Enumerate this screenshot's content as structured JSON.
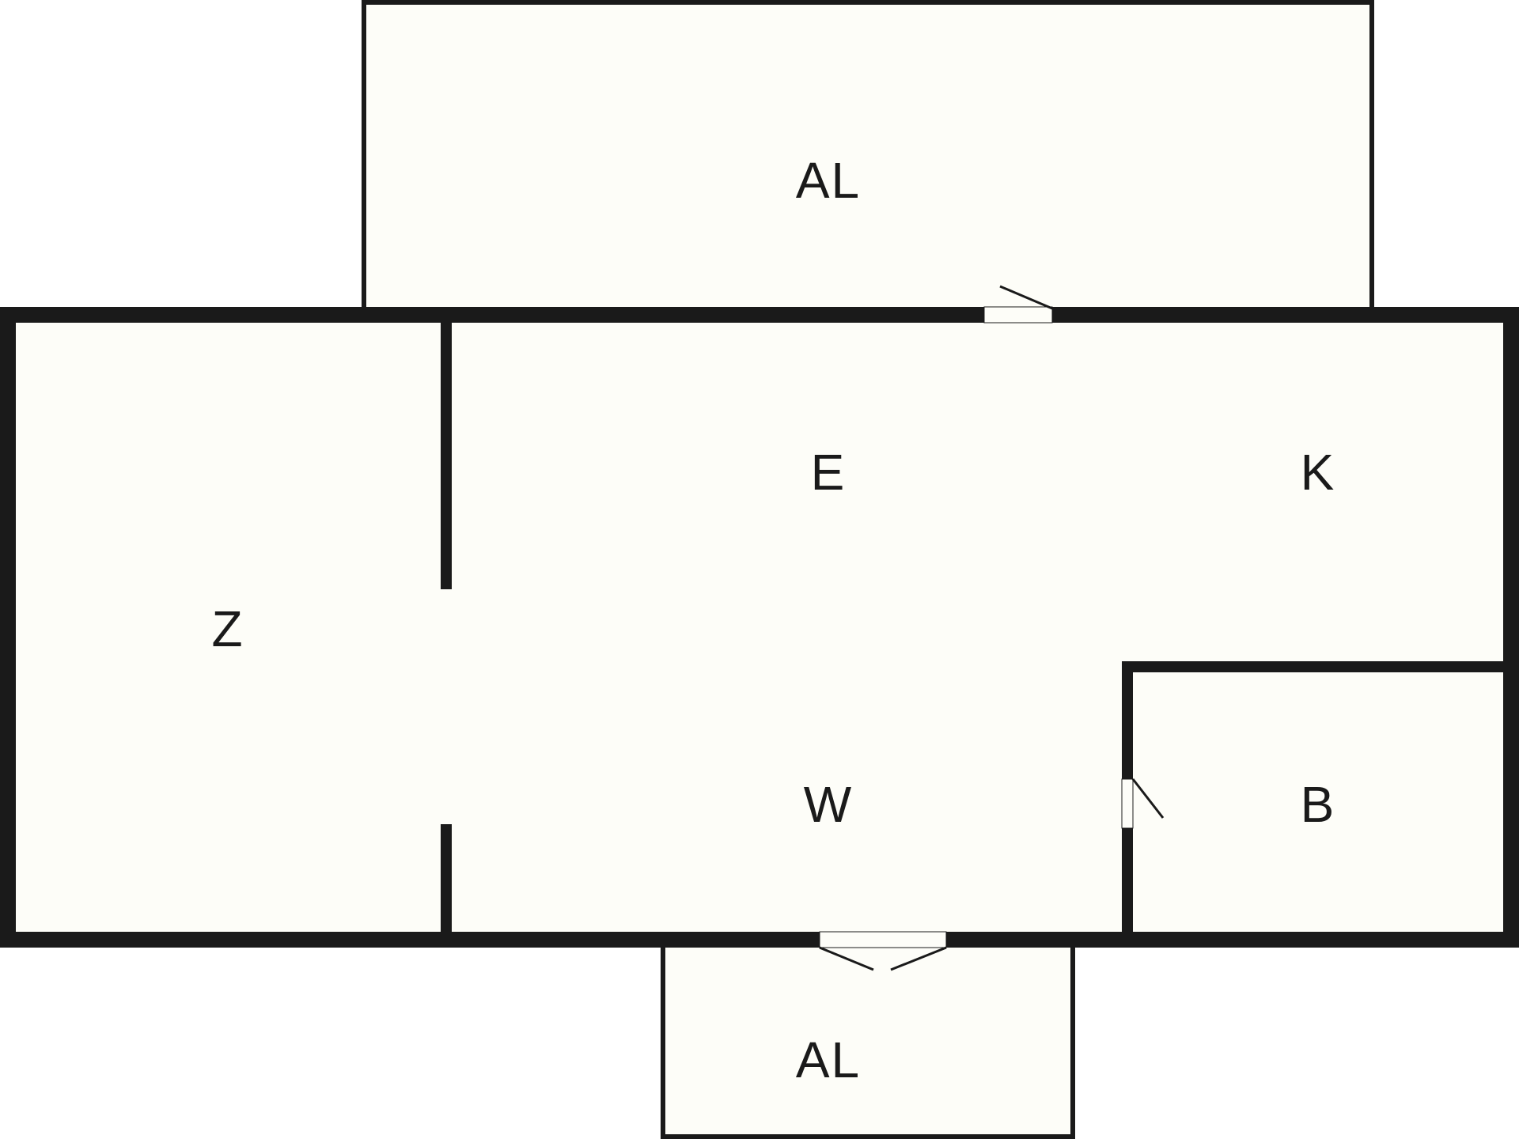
{
  "floor_plan": {
    "colors": {
      "floor": "#fdfdf8",
      "wall": "#1a1a1a",
      "background": "#ffffff"
    },
    "rooms": {
      "balcony_top": {
        "label": "AL"
      },
      "entrance": {
        "label": "E"
      },
      "kitchen": {
        "label": "K"
      },
      "bedroom": {
        "label": "Z"
      },
      "living": {
        "label": "W"
      },
      "bathroom": {
        "label": "B"
      },
      "balcony_bottom": {
        "label": "AL"
      }
    }
  }
}
